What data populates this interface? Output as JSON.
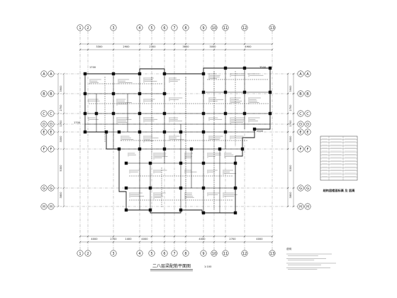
{
  "drawing": {
    "title": "二八层梁配筋平面图",
    "scale": "1:100"
  },
  "axes": {
    "top": [
      "1",
      "2",
      "3",
      "4",
      "5",
      "6",
      "7",
      "8",
      "9",
      "10",
      "11",
      "12",
      "13"
    ],
    "bottom": [
      "1",
      "2",
      "3",
      "4",
      "5",
      "6",
      "7",
      "8",
      "9",
      "10",
      "11",
      "12",
      "13"
    ],
    "left": [
      "A",
      "B",
      "C",
      "D",
      "E",
      "F",
      "G",
      "H"
    ],
    "right": [
      "A",
      "B",
      "C",
      "D",
      "E",
      "F",
      "G",
      "H"
    ]
  },
  "dimensions": {
    "top": [
      "3300",
      "2900",
      "2300",
      "3600",
      "3000",
      "4900"
    ],
    "bottom": [
      "4000",
      "2700",
      "1400",
      "4000",
      "4000",
      "2700",
      "4000"
    ],
    "left": [
      "3900",
      "2700",
      "1700",
      "3000",
      "5300",
      "3800"
    ],
    "right": [
      "3900",
      "2700",
      "1700",
      "3000",
      "5300",
      "3800"
    ],
    "inner": [
      "1700",
      "1700",
      "2500",
      "3500"
    ]
  },
  "legend": {
    "title": "结构层楼面标高 及 层高"
  },
  "notes": {
    "heading": "说明"
  }
}
